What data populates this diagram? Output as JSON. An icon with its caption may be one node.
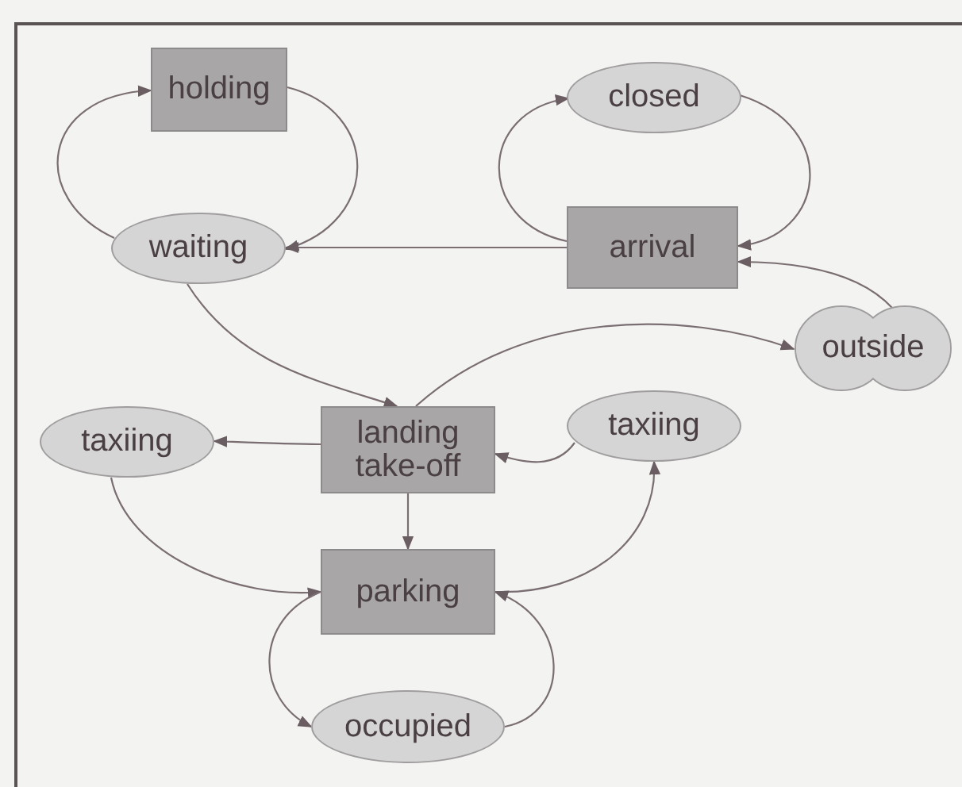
{
  "diagram": {
    "nodes": [
      {
        "text": [
          "holding"
        ]
      },
      {
        "text": [
          "closed"
        ]
      },
      {
        "text": [
          "waiting"
        ]
      },
      {
        "text": [
          "arrival"
        ]
      },
      {
        "text": [
          "outside"
        ]
      },
      {
        "text": [
          "taxiing"
        ]
      },
      {
        "text": [
          "landing take-off"
        ]
      },
      {
        "text": [
          "taxiing"
        ]
      },
      {
        "text": [
          "parking"
        ]
      },
      {
        "text": [
          "occupied"
        ]
      }
    ],
    "edges": [
      {
        "from": 2,
        "to": 0,
        "arrow": "to"
      },
      {
        "from": 0,
        "to": 2,
        "arrow": "to"
      },
      {
        "from": 3,
        "to": 2,
        "arrow": "to"
      },
      {
        "from": 3,
        "to": 1,
        "arrow": "to"
      },
      {
        "from": 1,
        "to": 3,
        "arrow": "to"
      },
      {
        "from": 4,
        "to": 3,
        "arrow": "to"
      },
      {
        "from": 2,
        "to": 6,
        "arrow": "to"
      },
      {
        "from": 6,
        "to": 4,
        "arrow": "to"
      },
      {
        "from": 6,
        "to": 5,
        "arrow": "to"
      },
      {
        "from": 7,
        "to": 6,
        "arrow": "to"
      },
      {
        "from": 6,
        "to": 8,
        "arrow": "to"
      },
      {
        "from": 5,
        "to": 8,
        "arrow": "to"
      },
      {
        "from": 8,
        "to": 7,
        "arrow": "to"
      },
      {
        "from": 8,
        "to": 9,
        "arrow": "to"
      },
      {
        "from": 9,
        "to": 8,
        "arrow": "to"
      }
    ]
  }
}
